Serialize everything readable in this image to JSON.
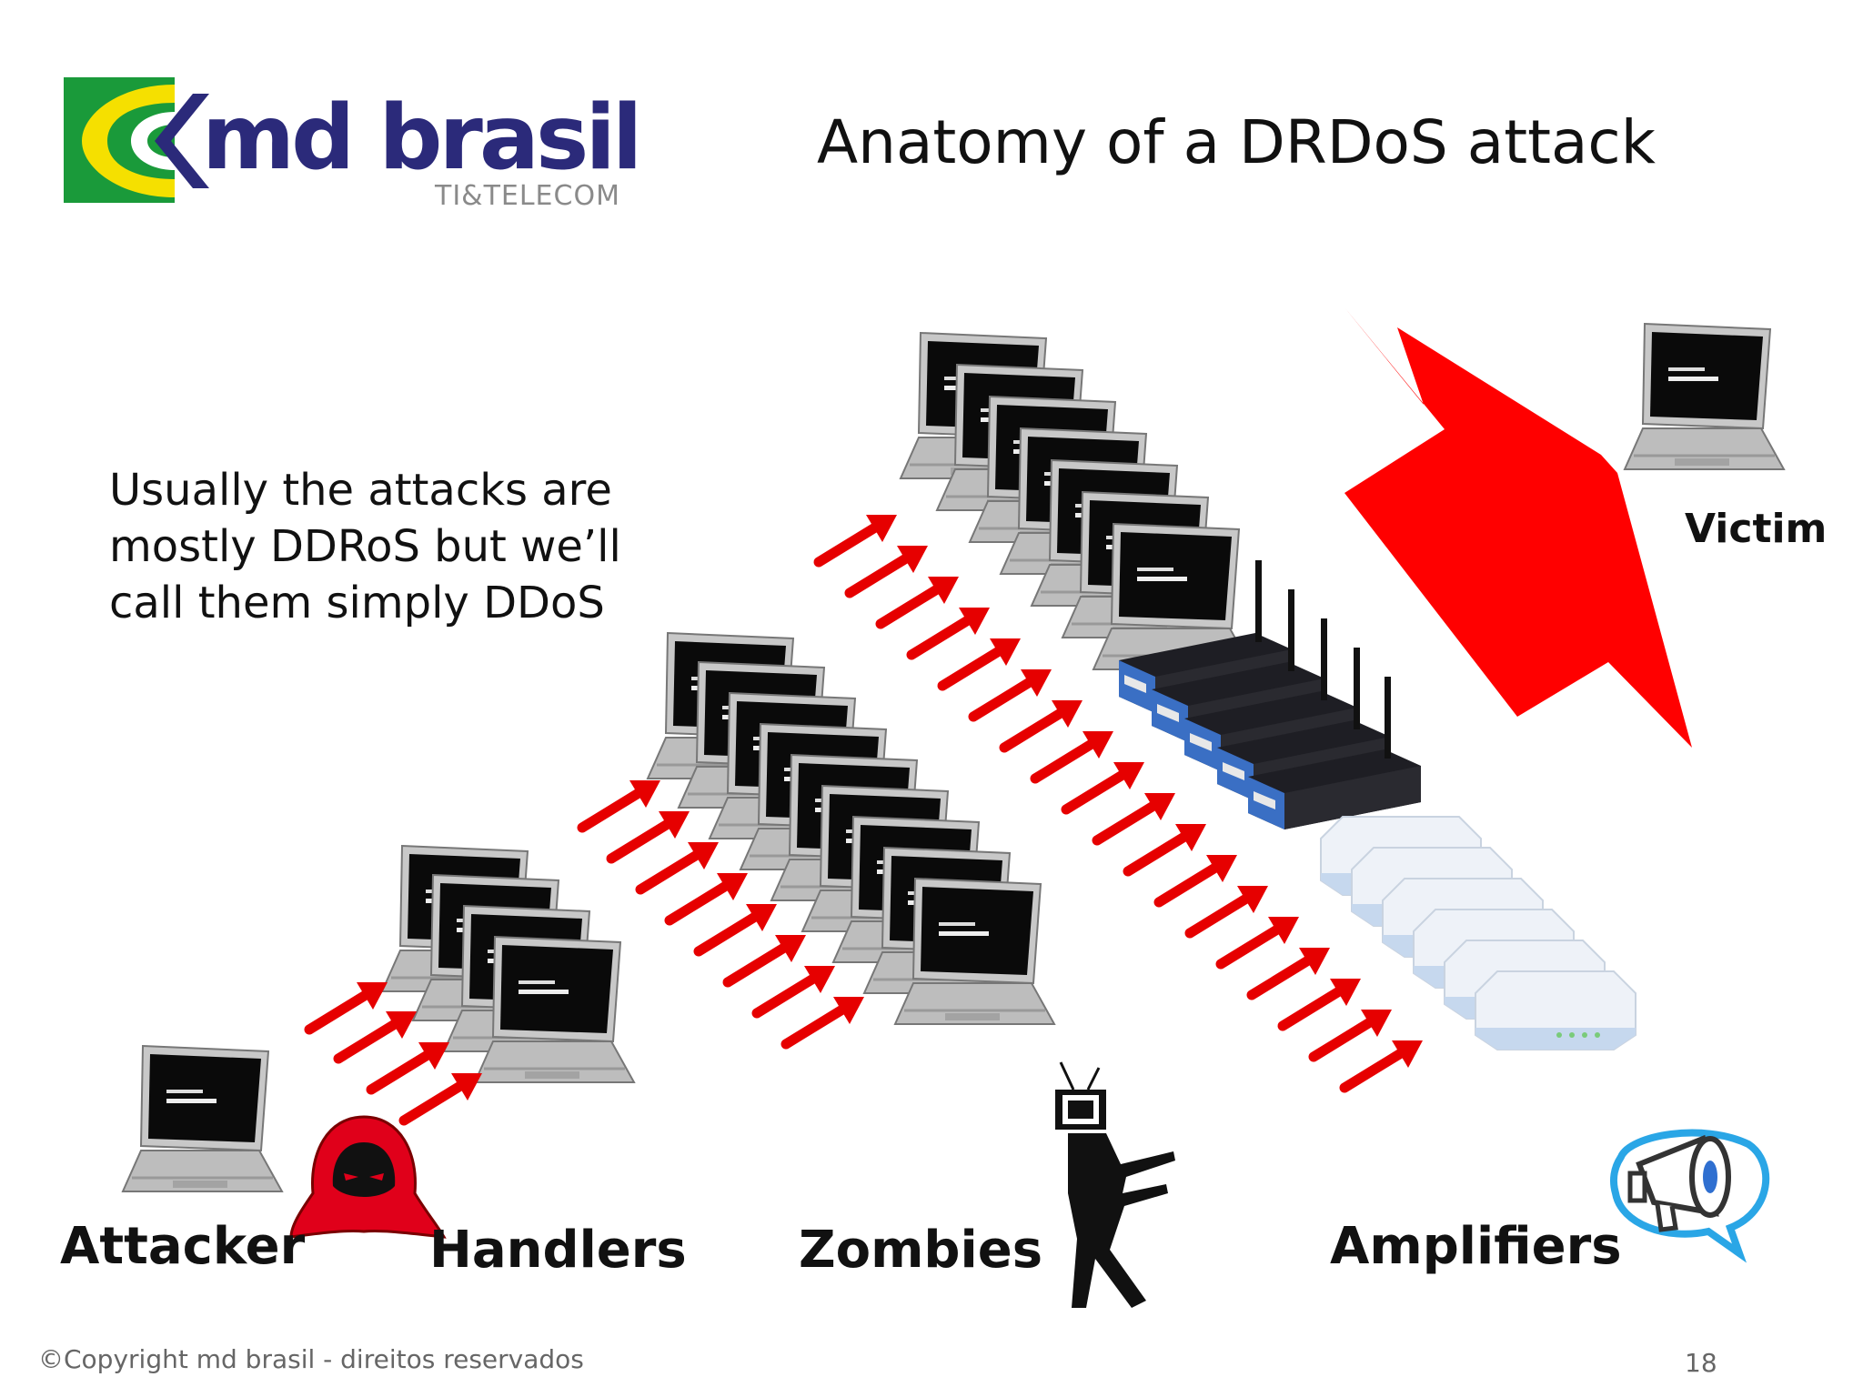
{
  "slide": {
    "title": "Anatomy of a DRDoS attack",
    "note_lines": [
      "Usually the attacks are",
      "mostly DDRoS but we’ll",
      "call them simply DDoS"
    ],
    "labels": {
      "attacker": "Attacker",
      "handlers": "Handlers",
      "zombies": "Zombies",
      "amplifiers": "Amplifiers",
      "victim": "Victim"
    },
    "footer": "©Copyright md brasil - direitos reservados",
    "page_number": "18"
  },
  "logo": {
    "name": "md brasil",
    "tagline": "TI&TELECOM",
    "colors": {
      "green": "#1a9a3a",
      "yellow": "#f5e000",
      "navy": "#2b2a7a",
      "gray": "#8a8a8a"
    }
  },
  "colors": {
    "arrow": "#e60000",
    "big_arrow": "#ff0000",
    "router_blue": "#3a6fc4",
    "laptop_screen": "#0a0a0a",
    "laptop_body": "#b9b9b9"
  },
  "icons": {
    "attacker": "hooded-figure-icon",
    "zombie": "tv-head-zombie-icon",
    "amplifier": "megaphone-icon"
  }
}
